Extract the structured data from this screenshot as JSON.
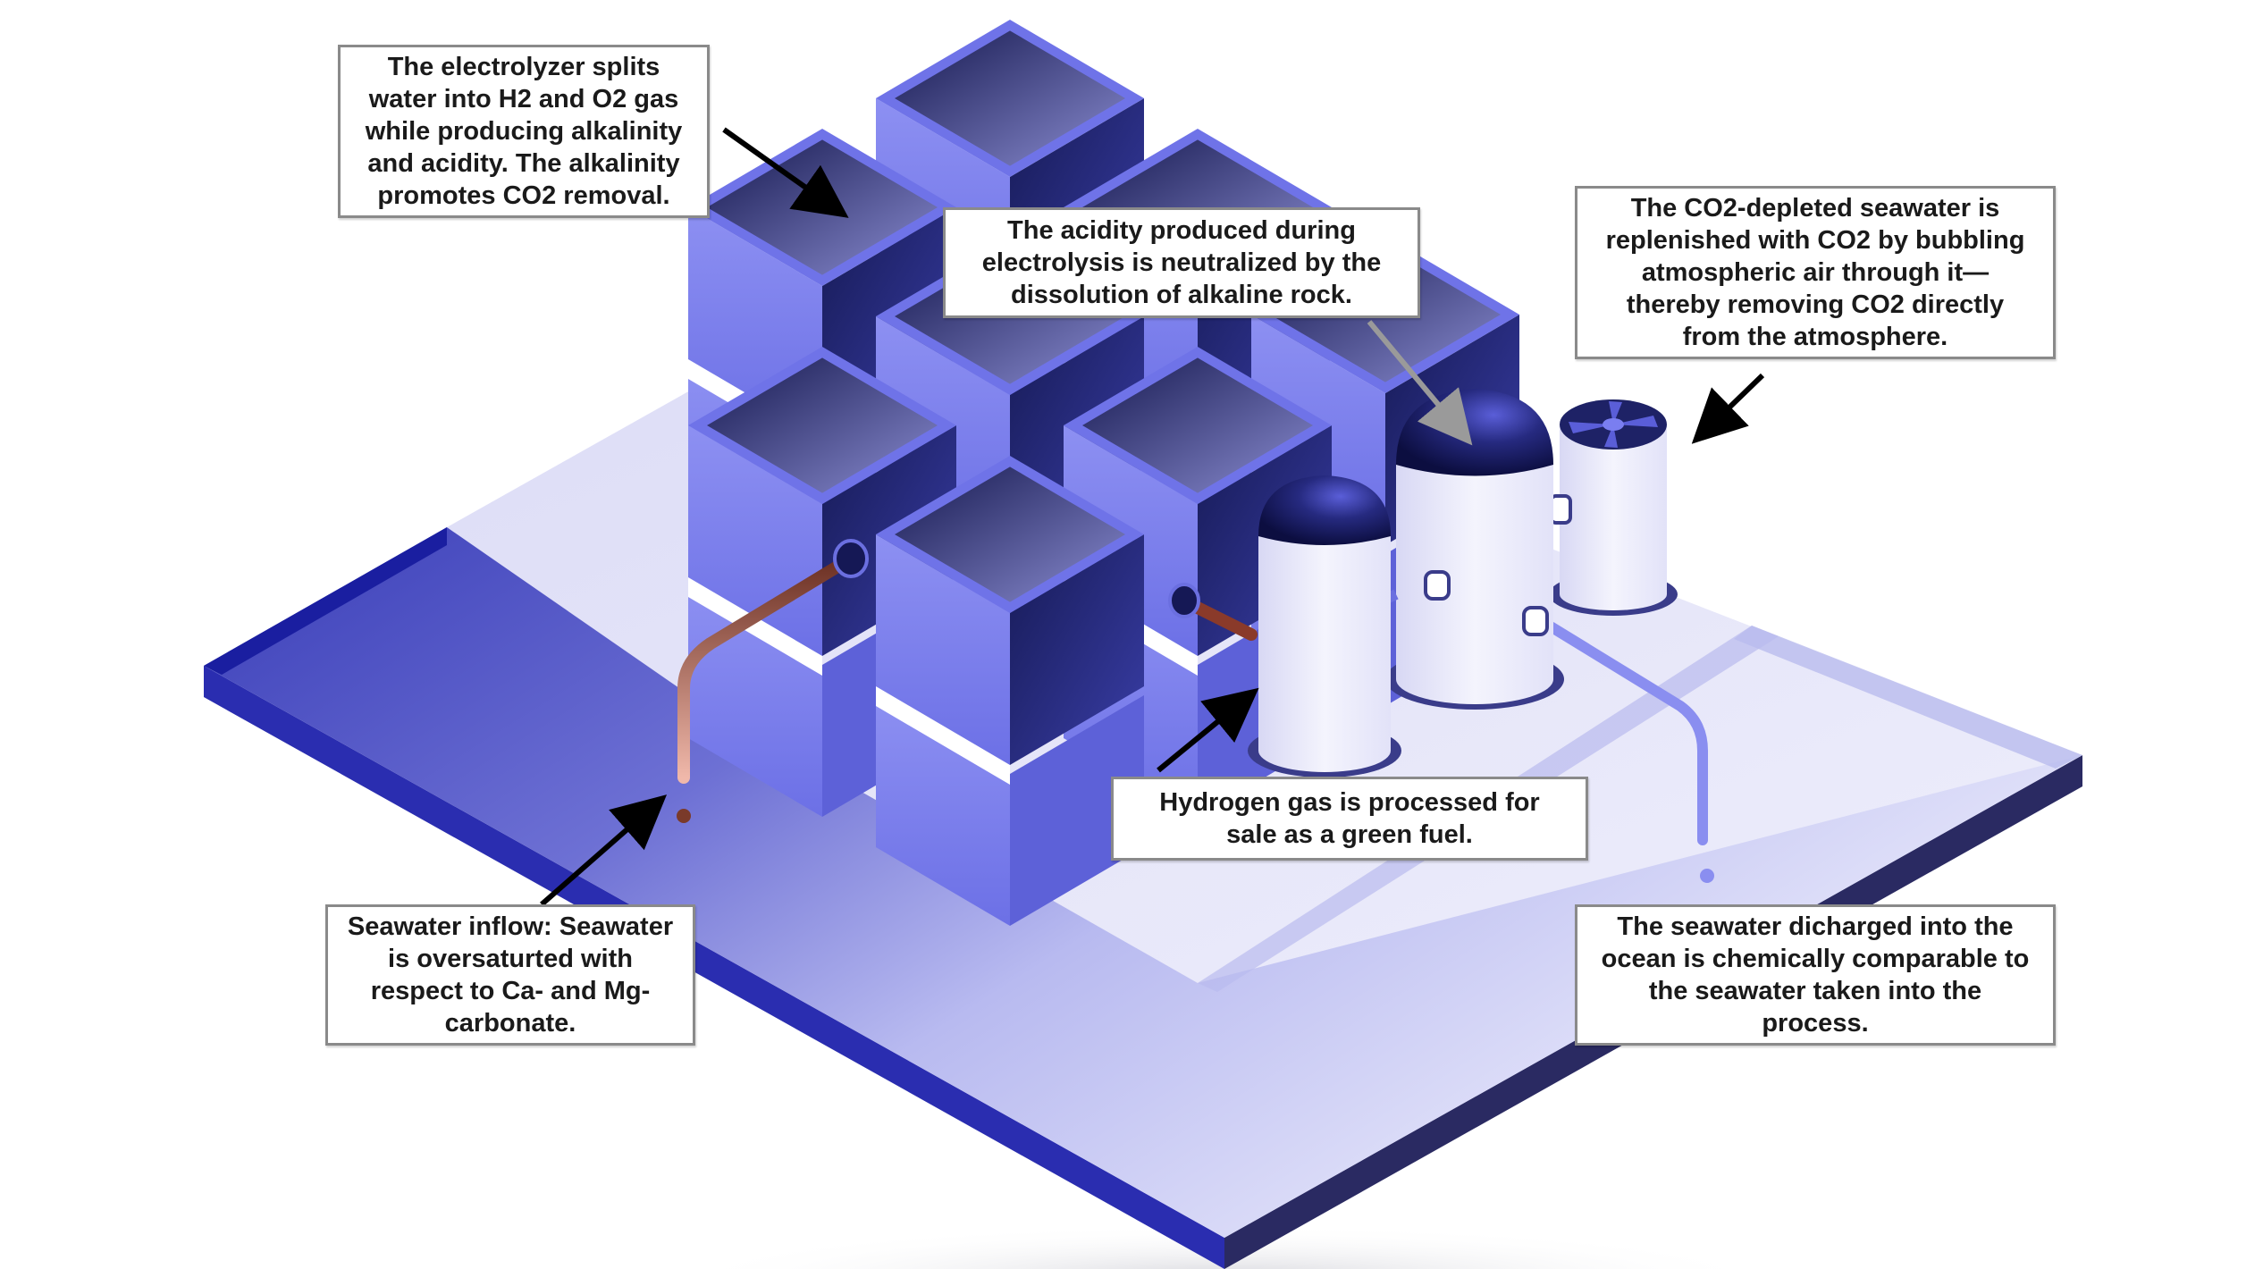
{
  "figure": {
    "title": "Electrochemical ocean CO2 removal process with hydrogen co-production",
    "colors": {
      "platform_top_dark": "#3a3eb8",
      "platform_top_light": "#e4e4f8",
      "platform_edge_left": "#2a2db0",
      "platform_edge_right": "#2a2a62",
      "cube_top": "#2a2d6e",
      "cube_glass": "#7b7ff0",
      "tank_body": "#eeeefa",
      "tank_dome": "#1e2266",
      "inflow_pipe": "#b5776a",
      "outflow_pipe": "#8a8ef0",
      "callout_border": "#8a8a8a",
      "arrow_black": "#000000",
      "arrow_grey": "#999999"
    }
  },
  "components": {
    "electrolyzer": "electrolyzer-cube-stack",
    "hydrogen_tank": "hydrogen-storage-tank",
    "rock_reactor": "alkaline-rock-dissolution-tank",
    "air_contactor": "fan-air-contactor-tank",
    "inflow_pipe": "seawater-inflow-pipe",
    "outflow_pipe": "seawater-outflow-pipe"
  },
  "callouts": {
    "electrolyzer": "The electrolyzer splits\nwater into H2 and O2 gas\nwhile producing alkalinity\nand acidity. The alkalinity\npromotes CO2 removal.",
    "acidity": "The acidity produced during\nelectrolysis is neutralized by the\ndissolution of alkaline rock.",
    "co2": "The CO2-depleted seawater is\nreplenished with CO2 by bubbling\natmospheric air through it—\nthereby removing CO2 directly\nfrom the atmosphere.",
    "hydrogen": "Hydrogen gas is processed for\nsale as a green fuel.",
    "inflow": "Seawater inflow: Seawater\nis oversaturted with\nrespect to Ca- and Mg-\ncarbonate.",
    "discharge": "The seawater dicharged into the\nocean is chemically comparable to\nthe seawater taken into the\nprocess."
  }
}
